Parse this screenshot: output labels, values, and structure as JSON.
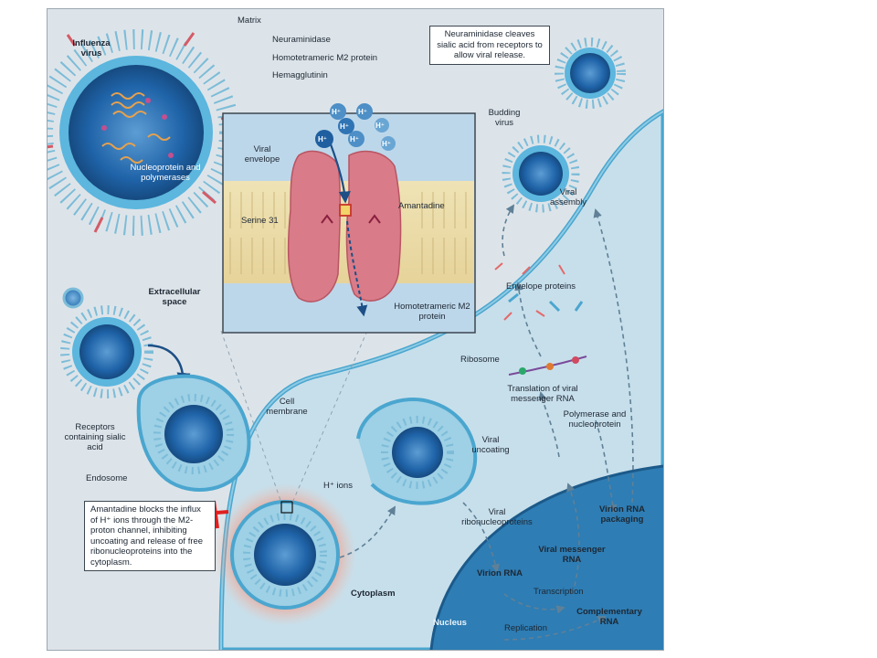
{
  "labels": {
    "influenza_virus": "Influenza virus",
    "matrix": "Matrix",
    "neuraminidase": "Neuraminidase",
    "m2_protein": "Homotetrameric M2 protein",
    "hemagglutinin": "Hemagglutinin",
    "nucleoprotein": "Nucleoprotein and polymerases",
    "viral_envelope": "Viral envelope",
    "serine": "Serine 31",
    "amantadine": "Amantadine",
    "m2_protein_inset": "Homotetrameric M2 protein",
    "extracellular": "Extracellular space",
    "budding": "Budding virus",
    "assembly": "Viral assembly",
    "envelope_proteins": "Envelope proteins",
    "ribosome": "Ribosome",
    "translation": "Translation of viral messenger RNA",
    "polymerase": "Polymerase and nucleoprotein",
    "cell_membrane": "Cell membrane",
    "receptors": "Receptors containing sialic acid",
    "endosome": "Endosome",
    "uncoating": "Viral uncoating",
    "h_ions": "H⁺ ions",
    "vrnp": "Viral ribonucleoproteins",
    "packaging": "Virion RNA packaging",
    "messenger": "Viral messenger RNA",
    "virion_rna": "Virion RNA",
    "transcription": "Transcription",
    "complementary": "Complementary RNA",
    "replication": "Replication",
    "nucleus": "Nucleus",
    "cytoplasm": "Cytoplasm",
    "ion_symbol": "H⁺"
  },
  "callouts": {
    "neuraminidase_note": "Neuraminidase cleaves sialic acid from receptors to allow viral release.",
    "amantadine_note": "Amantadine blocks the influx of H⁺ ions through the M2-proton channel, inhibiting uncoating and release of free ribonucleoproteins into the cytoplasm."
  },
  "colors": {
    "extracellular_bg": "#dfe6ea",
    "cytoplasm": "#c9e1ec",
    "nucleus": "#2f7fb6",
    "virus_core": "#1d5fa5",
    "membrane": "#4aa6cf",
    "m2_protein": "#d97b88",
    "block_mark": "#e02020",
    "arrow": "#6a8ba3"
  }
}
